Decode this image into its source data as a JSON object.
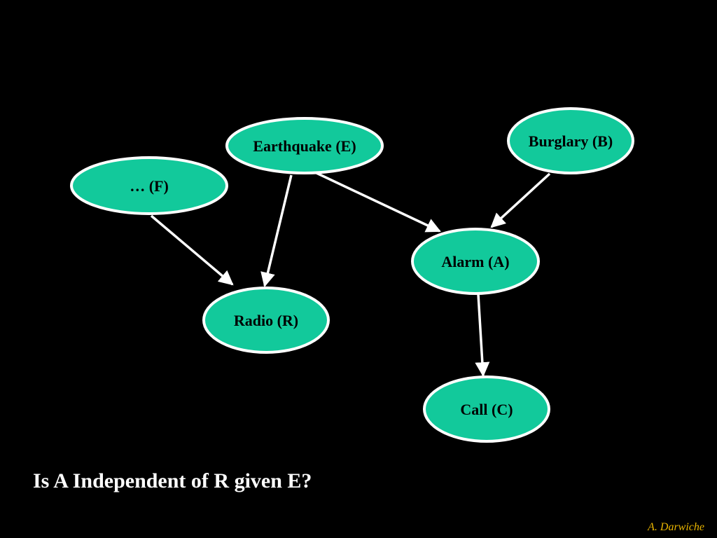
{
  "question": "Is A Independent of R given E?",
  "author": "A. Darwiche",
  "colors": {
    "background": "#000000",
    "node_fill": "#12c99b",
    "node_stroke": "#ffffff",
    "edge": "#ffffff",
    "author": "#e8b400"
  },
  "nodes": {
    "earthquake": "Earthquake (E)",
    "burglary": "Burglary (B)",
    "f": "… (F)",
    "alarm": "Alarm (A)",
    "radio": "Radio (R)",
    "call": "Call (C)"
  },
  "edges": [
    {
      "from": "earthquake",
      "to": "alarm"
    },
    {
      "from": "earthquake",
      "to": "radio"
    },
    {
      "from": "burglary",
      "to": "alarm"
    },
    {
      "from": "f",
      "to": "radio"
    },
    {
      "from": "alarm",
      "to": "call"
    }
  ]
}
